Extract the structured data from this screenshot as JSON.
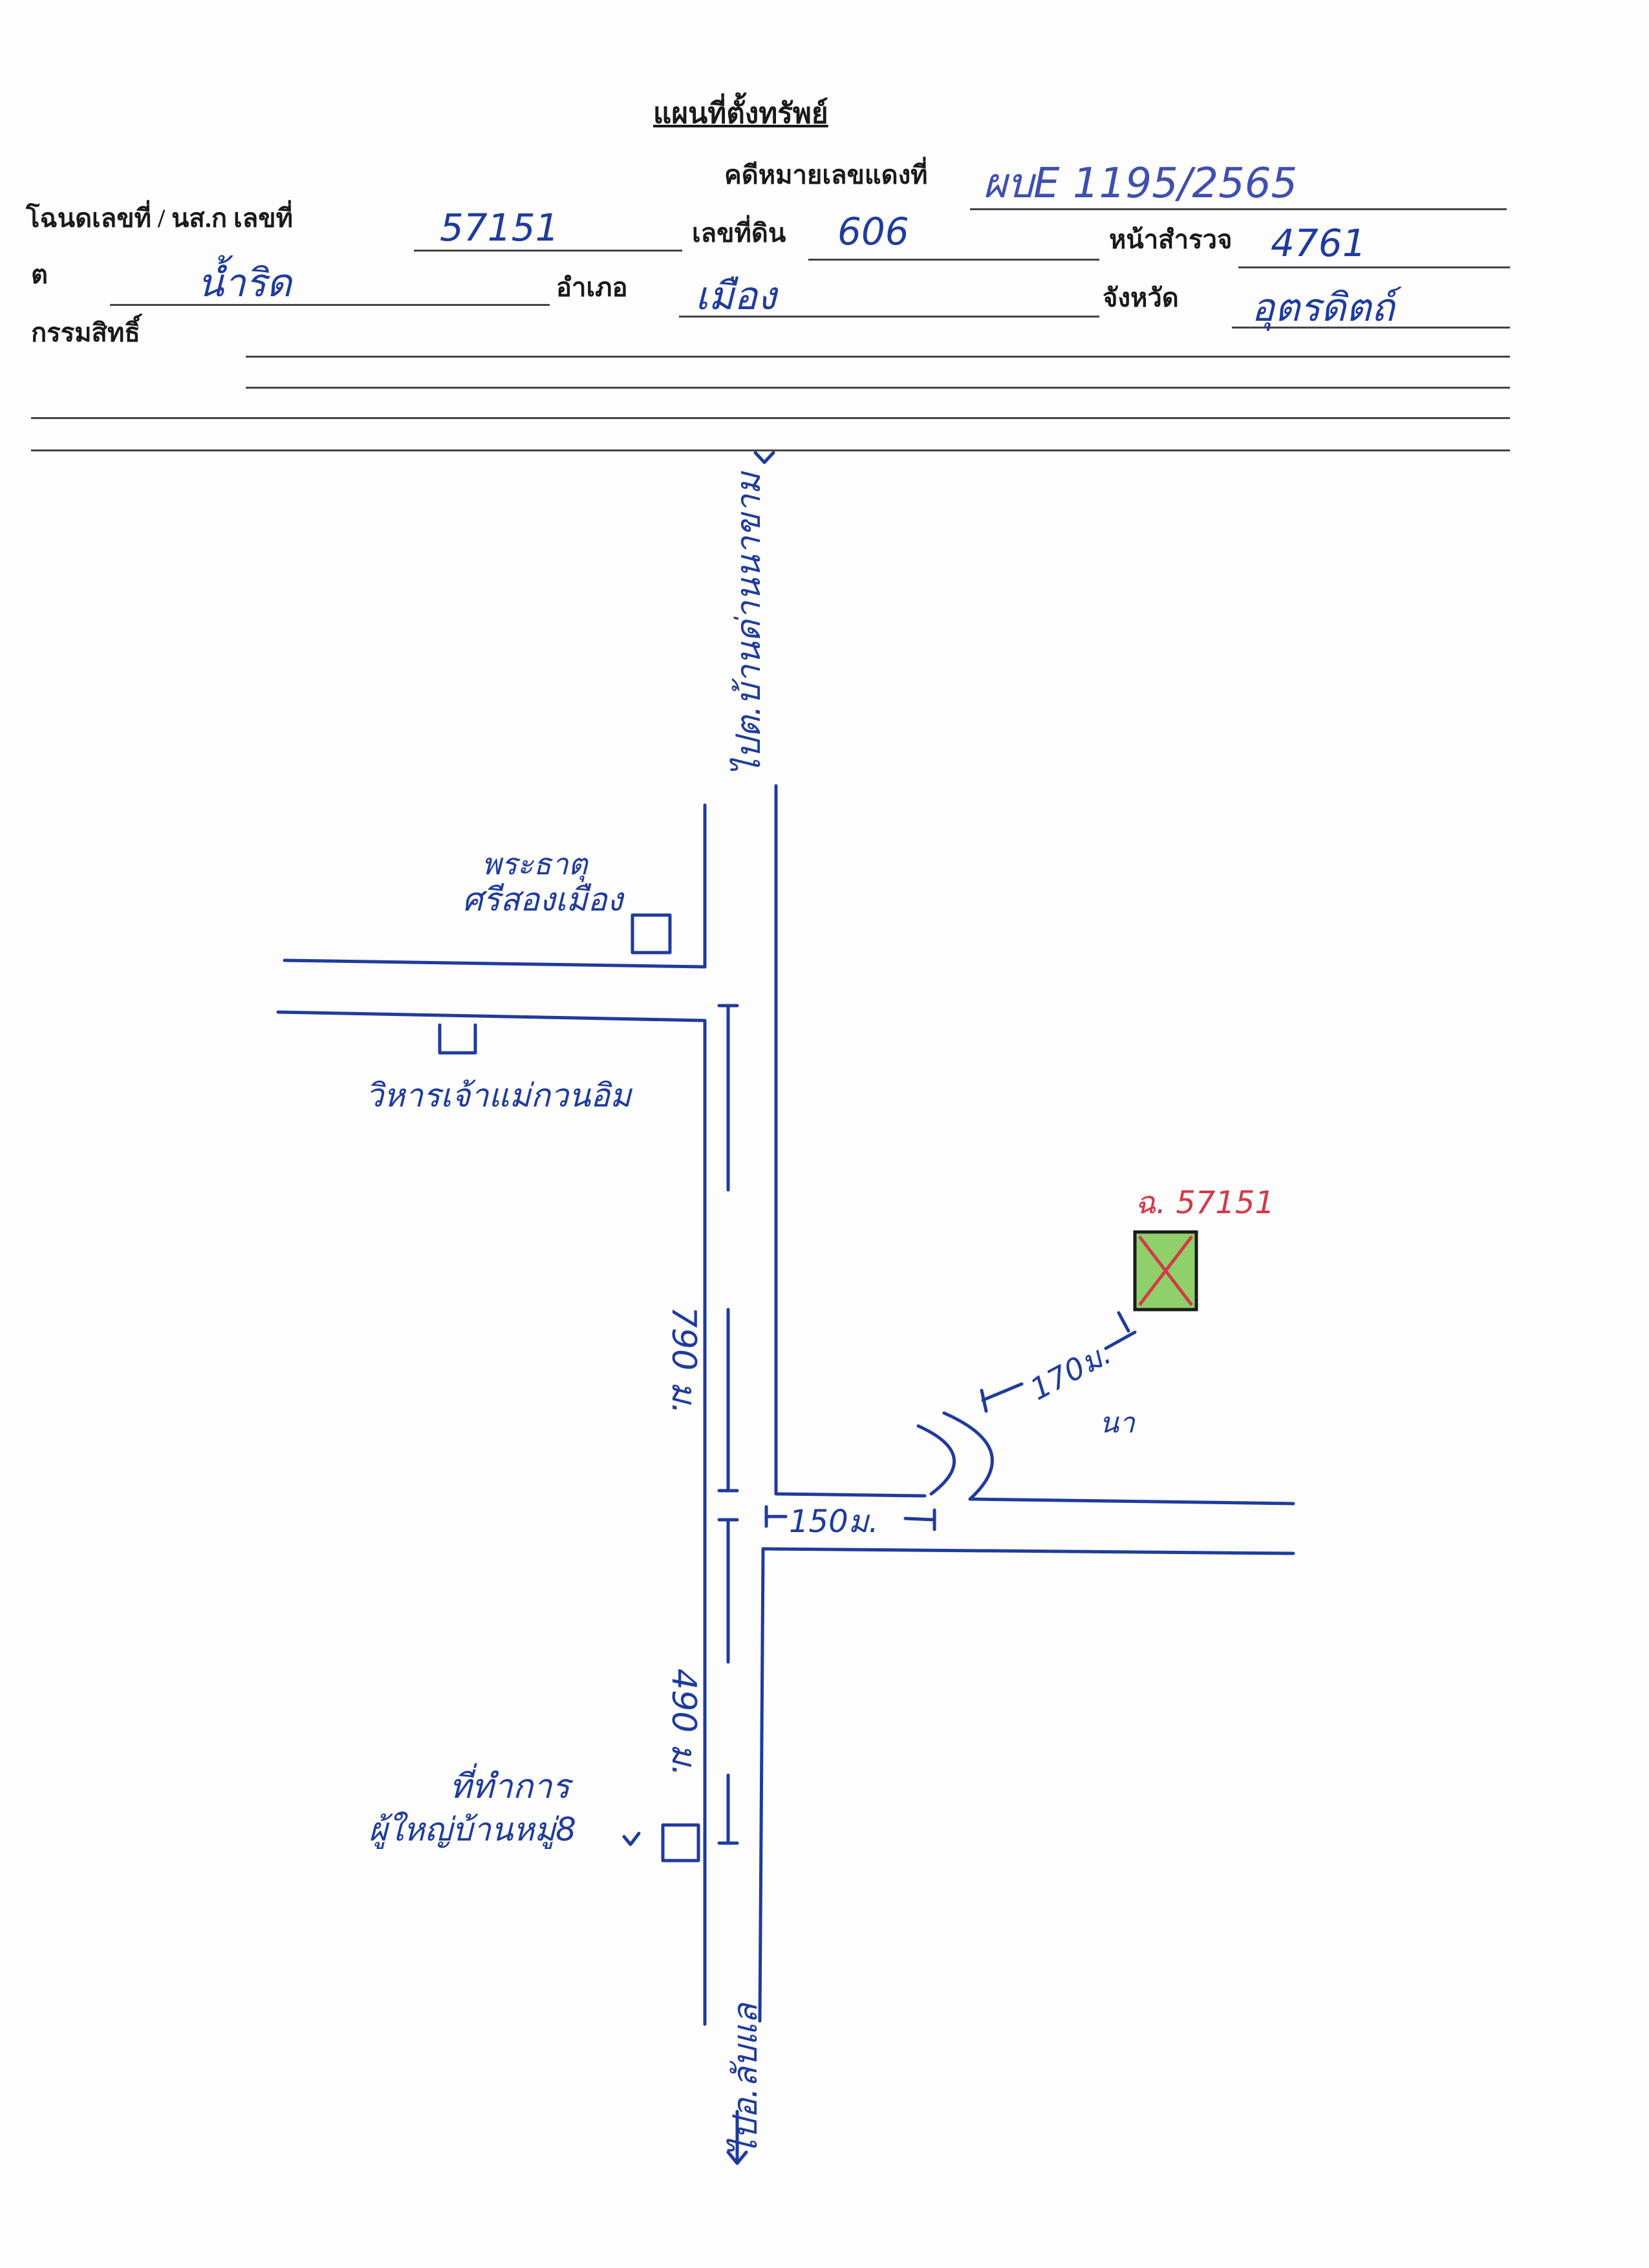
{
  "form": {
    "title": "แผนที่ตั้งทรัพย์",
    "case_label": "คดีหมายเลขแดงที่",
    "case_value": "ผบE 1195/2565",
    "deed_label": "โฉนดเลขที่ / นส.ก เลขที่",
    "deed_value": "57151",
    "land_no_label": "เลขที่ดิน",
    "land_no_value": "606",
    "survey_page_label": "หน้าสำรวจ",
    "survey_page_value": "4761",
    "tambon_label": "ต",
    "tambon_value": "น้ำริด",
    "amphoe_label": "อำเภอ",
    "amphoe_value": "เมือง",
    "province_label": "จังหวัด",
    "province_value": "อุตรดิตถ์",
    "owner_label": "กรรมสิทธิ์"
  },
  "map": {
    "road_north_label": "ไปต.บ้านด่านนาขาม",
    "road_south_label": "ไปอ.ลับแล",
    "landmark_temple_label_1": "พระธาตุ",
    "landmark_temple_label_2": "ศรีสองเมือง",
    "landmark_vihara_label": "วิหารเจ้าแม่กวนอิม",
    "landmark_office_label_1": "ที่ทำการ",
    "landmark_office_label_2": "ผู้ใหญ่บ้านหมู่8",
    "distance_north": "790 ม.",
    "distance_south": "490 ม.",
    "distance_east_road": "150ม.",
    "distance_to_plot": "170ม.",
    "field_label": "นา",
    "plot_label": "ฉ. 57151",
    "plot_fill_color": "#8fd06a",
    "plot_cross_color": "#d23a4a",
    "ink_color": "#1f3b9c"
  }
}
